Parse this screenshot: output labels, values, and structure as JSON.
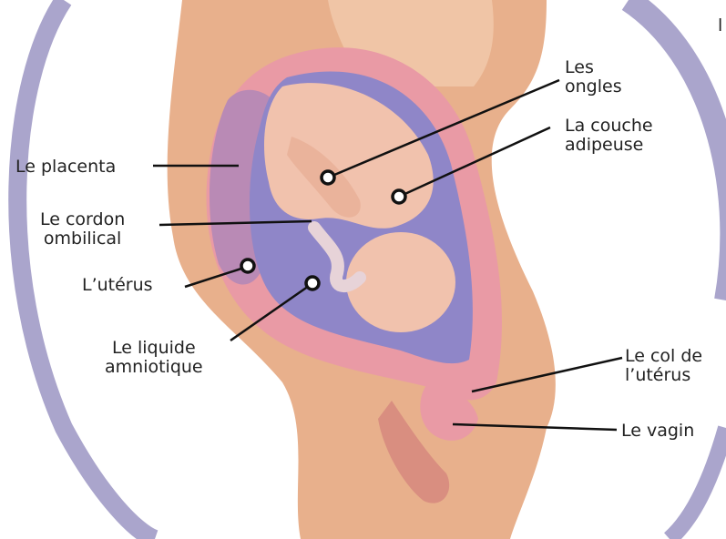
{
  "colors": {
    "ring": "#aaa5cc",
    "skin": "#e8b08c",
    "skin_light": "#f4cfb1",
    "uterus": "#e99aa5",
    "placenta": "#b98ab5",
    "fluid": "#8f86c8",
    "fetus": "#f1c2ad",
    "leader": "#111111"
  },
  "labels": {
    "ongles": "Les\nongles",
    "couche": "La couche\nadipeuse",
    "placenta": "Le placenta",
    "cordon": "Le cordon\nombilical",
    "uterus": "L’utérus",
    "liquide": "Le liquide\namniotique",
    "col": "Le col de\nl’utérus",
    "vagin": "Le vagin",
    "edge": "l"
  },
  "icons": {
    "marker": "ring-marker-icon"
  }
}
